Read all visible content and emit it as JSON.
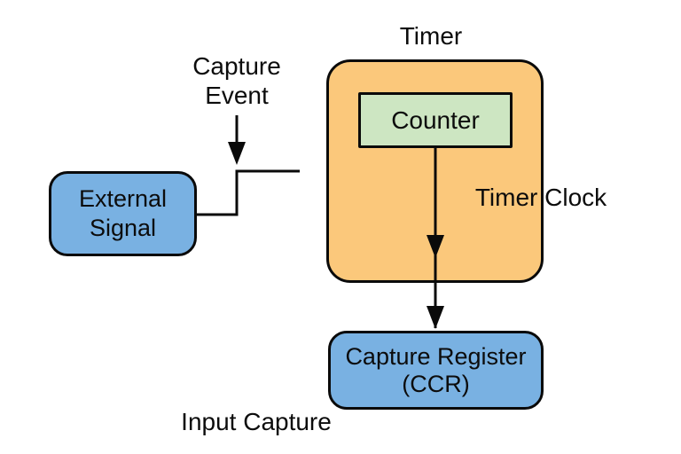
{
  "diagram": {
    "nodes": {
      "timer": {
        "title": "Timer",
        "fill": "#fbc87b"
      },
      "counter": {
        "label": "Counter",
        "fill": "#cde6c2"
      },
      "external_signal": {
        "line1": "External",
        "line2": "Signal",
        "fill": "#79b1e2"
      },
      "capture_register": {
        "line1": "Capture Register",
        "line2": "(CCR)",
        "fill": "#79b1e2"
      }
    },
    "labels": {
      "capture_event_line1": "Capture",
      "capture_event_line2": "Event",
      "timer_clock": "Timer Clock",
      "input_capture": "Input Capture"
    },
    "colors": {
      "stroke": "#0a0a0a",
      "text": "#0c0c0c",
      "background": "#ffffff"
    }
  }
}
